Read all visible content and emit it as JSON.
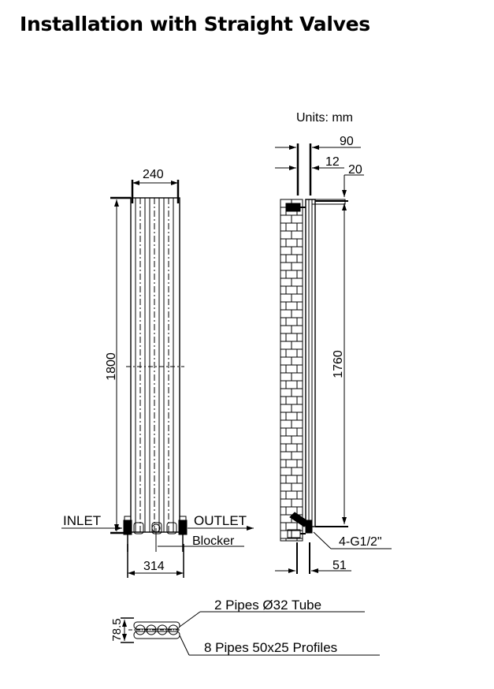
{
  "title": "Installation with Straight Valves",
  "units": "Units: mm",
  "front_view": {
    "width_top": "240",
    "height": "1800",
    "width_bottom": "314",
    "inlet": "INLET",
    "outlet": "OUTLET",
    "blocker": "Blocker"
  },
  "side_view": {
    "dim_90": "90",
    "dim_12": "12",
    "dim_20": "20",
    "height": "1760",
    "connection": "4-G1/2\"",
    "dim_51": "51"
  },
  "section_view": {
    "depth": "78.5",
    "tube_label": "2 Pipes Ø32  Tube",
    "profile_label": "8 Pipes 50x25   Profiles"
  }
}
